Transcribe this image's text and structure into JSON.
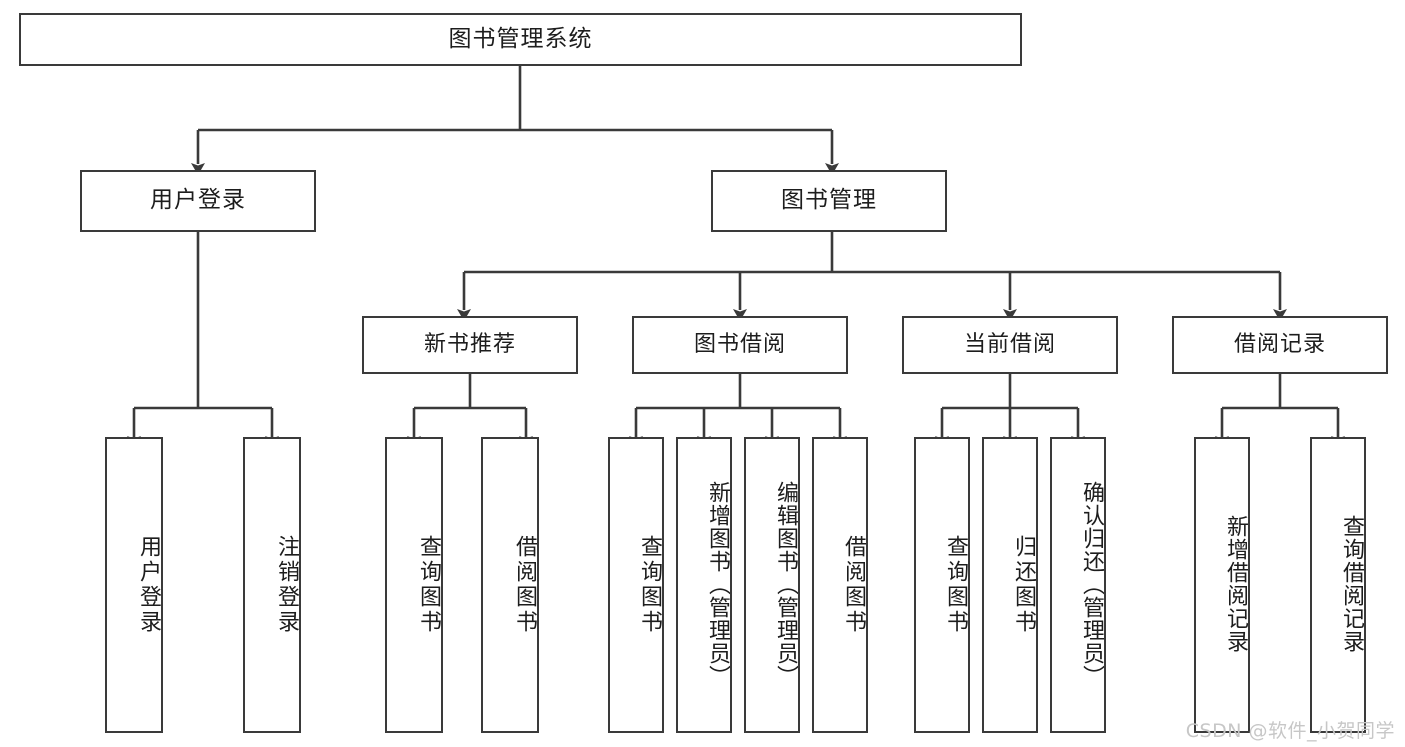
{
  "diagram": {
    "title": "图书管理系统",
    "stroke_color": "#3a3a3a",
    "background_color": "#ffffff",
    "text_color": "#1d1d1d",
    "root": {
      "label": "图书管理系统"
    },
    "level2": [
      {
        "label": "用户登录"
      },
      {
        "label": "图书管理"
      }
    ],
    "level3": [
      {
        "label": "新书推荐"
      },
      {
        "label": "图书借阅"
      },
      {
        "label": "当前借阅"
      },
      {
        "label": "借阅记录"
      }
    ],
    "leaves": {
      "user_login": [
        {
          "label": "用户登录"
        },
        {
          "label": "注销登录"
        }
      ],
      "new_book_recommend": [
        {
          "label": "查询图书"
        },
        {
          "label": "借阅图书"
        }
      ],
      "book_borrow": [
        {
          "label": "查询图书"
        },
        {
          "label": "新增图书（管理员）"
        },
        {
          "label": "编辑图书（管理员）"
        },
        {
          "label": "借阅图书"
        }
      ],
      "current_borrow": [
        {
          "label": "查询图书"
        },
        {
          "label": "归还图书"
        },
        {
          "label": "确认归还（管理员）"
        }
      ],
      "borrow_record": [
        {
          "label": "新增借阅记录"
        },
        {
          "label": "查询借阅记录"
        }
      ]
    }
  },
  "watermark": {
    "text": "CSDN @软件_小贺同学"
  }
}
